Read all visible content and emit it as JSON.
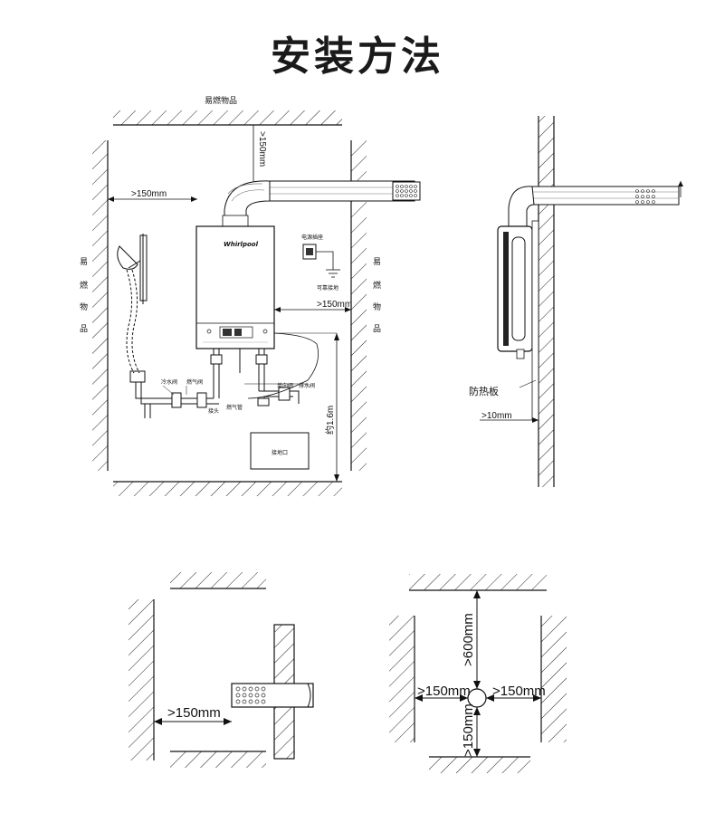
{
  "title": "安装方法",
  "front_view": {
    "top_label": "易燃物品",
    "left_label_chars": [
      "易",
      "燃",
      "物",
      "品"
    ],
    "right_label_chars": [
      "易",
      "燃",
      "物",
      "品"
    ],
    "dim_top": ">150mm",
    "dim_left": ">150mm",
    "dim_right": ">150mm",
    "dim_height": "约1.6m",
    "outlet_label": "接地口",
    "socket_label": "电源插座",
    "ground_label": "可靠接地",
    "brand": "Whirlpool",
    "parts": [
      "冷水阀",
      "燃气阀",
      "燃气管",
      "单向阀",
      "排水阀"
    ],
    "vent_label": "接头"
  },
  "side_view": {
    "board_label": "防热板",
    "dim_gap": ">10mm"
  },
  "bottom_left": {
    "dim": ">150mm"
  },
  "bottom_right": {
    "dim_top": ">600mm",
    "dim_left": ">150mm",
    "dim_right": ">150mm",
    "dim_bottom": ">150mm"
  }
}
